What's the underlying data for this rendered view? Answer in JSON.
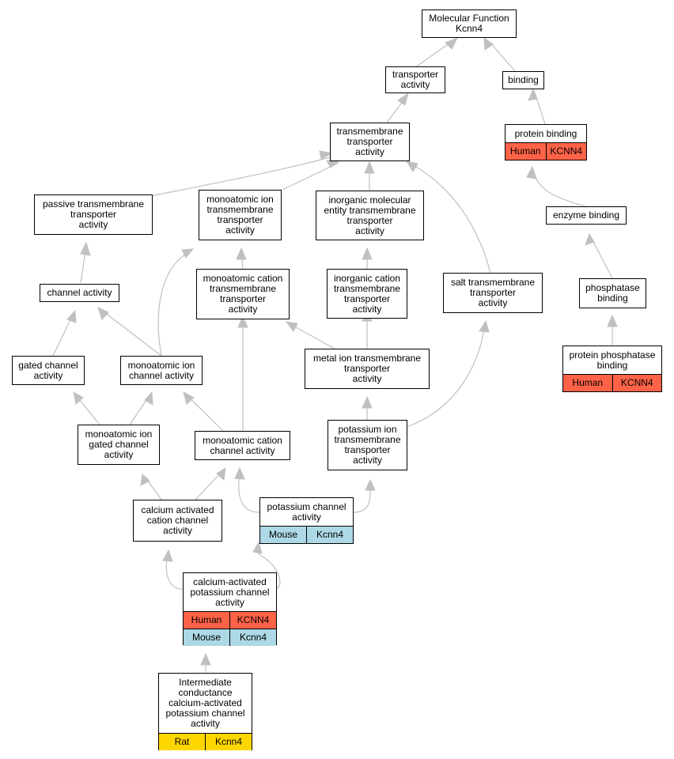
{
  "colors": {
    "edge": "#C0C0C0",
    "human": "#FF6347",
    "mouse": "#ADD8E6",
    "rat": "#FFD700"
  },
  "nodes": {
    "root": {
      "label": "Molecular Function\nKcnn4"
    },
    "transporter": {
      "label": "transporter\nactivity"
    },
    "binding": {
      "label": "binding"
    },
    "tm_transporter": {
      "label": "transmembrane\ntransporter\nactivity"
    },
    "protein_binding": {
      "label": "protein binding",
      "rows": [
        [
          "Human",
          "KCNN4"
        ]
      ]
    },
    "passive_tm": {
      "label": "passive transmembrane\ntransporter\nactivity"
    },
    "monoatomic_ion_tm": {
      "label": "monoatomic ion\ntransmembrane\ntransporter\nactivity"
    },
    "inorganic_molecular": {
      "label": "inorganic molecular\nentity transmembrane\ntransporter\nactivity"
    },
    "enzyme_binding": {
      "label": "enzyme binding"
    },
    "channel_activity": {
      "label": "channel activity"
    },
    "monoatomic_cation_tm": {
      "label": "monoatomic cation\ntransmembrane\ntransporter\nactivity"
    },
    "inorganic_cation": {
      "label": "inorganic cation\ntransmembrane\ntransporter\nactivity"
    },
    "salt_tm": {
      "label": "salt transmembrane\ntransporter\nactivity"
    },
    "phosphatase_binding": {
      "label": "phosphatase\nbinding"
    },
    "gated_channel": {
      "label": "gated channel\nactivity"
    },
    "monoatomic_ion_channel": {
      "label": "monoatomic ion\nchannel activity"
    },
    "metal_ion_tm": {
      "label": "metal ion transmembrane\ntransporter\nactivity"
    },
    "protein_phosphatase_binding": {
      "label": "protein phosphatase\nbinding",
      "rows": [
        [
          "Human",
          "KCNN4"
        ]
      ]
    },
    "monoatomic_ion_gated": {
      "label": "monoatomic ion\ngated channel\nactivity"
    },
    "monoatomic_cation_channel": {
      "label": "monoatomic cation\nchannel activity"
    },
    "potassium_ion_tm": {
      "label": "potassium ion\ntransmembrane\ntransporter\nactivity"
    },
    "calcium_activated_cation": {
      "label": "calcium activated\ncation channel\nactivity"
    },
    "potassium_channel": {
      "label": "potassium channel\nactivity",
      "rows": [
        [
          "Mouse",
          "Kcnn4"
        ]
      ]
    },
    "calcium_activated_potassium": {
      "label": "calcium-activated\npotassium channel\nactivity",
      "rows": [
        [
          "Human",
          "KCNN4"
        ],
        [
          "Mouse",
          "Kcnn4"
        ]
      ]
    },
    "intermediate_conductance": {
      "label": "Intermediate\nconductance\ncalcium-activated\npotassium channel\nactivity",
      "rows": [
        [
          "Rat",
          "Kcnn4"
        ]
      ]
    }
  }
}
